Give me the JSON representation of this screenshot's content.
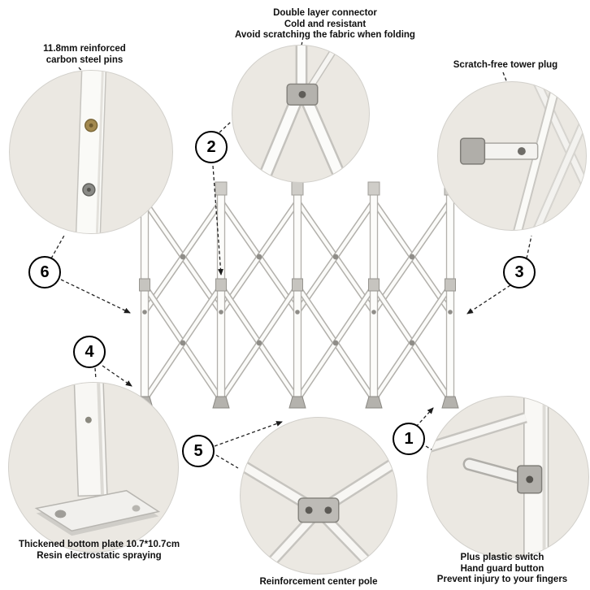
{
  "colors": {
    "frame_white": "#fbfbf9",
    "frame_outline": "#b2b0ab",
    "circle_bg": "#ebe8e2",
    "circle_border": "#d2d0cb",
    "text": "#111111"
  },
  "annotations": {
    "plastic_switch": {
      "number": "1",
      "lines": [
        "Plus plastic switch",
        "Hand guard button",
        "Prevent injury to your fingers"
      ]
    },
    "double_layer_connector": {
      "number": "2",
      "lines": [
        "Double layer connector",
        "Cold and resistant",
        "Avoid scratching the fabric when folding"
      ]
    },
    "tower_plug": {
      "number": "3",
      "lines": [
        "Scratch-free tower plug"
      ]
    },
    "bottom_plate": {
      "number": "4",
      "lines": [
        "Thickened bottom plate 10.7*10.7cm",
        "Resin electrostatic spraying"
      ]
    },
    "center_pole": {
      "number": "5",
      "lines": [
        "Reinforcement center pole"
      ]
    },
    "steel_pins": {
      "number": "6",
      "lines": [
        "11.8mm reinforced",
        "carbon steel pins"
      ]
    }
  }
}
